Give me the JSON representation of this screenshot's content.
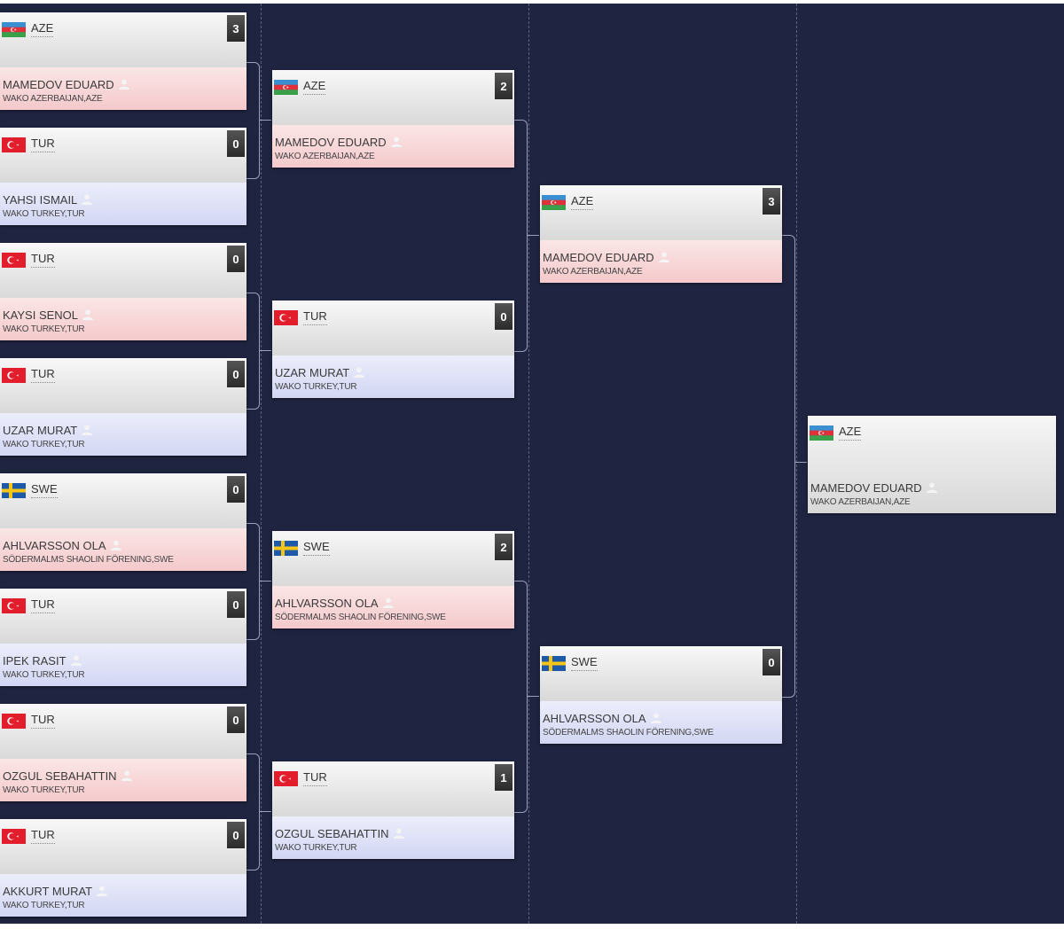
{
  "bracket": {
    "round1": [
      {
        "country": "AZE",
        "score": "3",
        "name": "MAMEDOV EDUARD",
        "club": "WAKO AZERBAIJAN,AZE"
      },
      {
        "country": "TUR",
        "score": "0",
        "name": "YAHSI ISMAIL",
        "club": "WAKO TURKEY,TUR"
      },
      {
        "country": "TUR",
        "score": "0",
        "name": "KAYSI SENOL",
        "club": "WAKO TURKEY,TUR"
      },
      {
        "country": "TUR",
        "score": "0",
        "name": "UZAR MURAT",
        "club": "WAKO TURKEY,TUR"
      },
      {
        "country": "SWE",
        "score": "0",
        "name": "AHLVARSSON OLA",
        "club": "SÖDERMALMS SHAOLIN FÖRENING,SWE"
      },
      {
        "country": "TUR",
        "score": "0",
        "name": "IPEK RASIT",
        "club": "WAKO TURKEY,TUR"
      },
      {
        "country": "TUR",
        "score": "0",
        "name": "OZGUL SEBAHATTIN",
        "club": "WAKO TURKEY,TUR"
      },
      {
        "country": "TUR",
        "score": "0",
        "name": "AKKURT MURAT",
        "club": "WAKO TURKEY,TUR"
      }
    ],
    "round2": [
      {
        "country": "AZE",
        "score": "2",
        "name": "MAMEDOV EDUARD",
        "club": "WAKO AZERBAIJAN,AZE"
      },
      {
        "country": "TUR",
        "score": "0",
        "name": "UZAR MURAT",
        "club": "WAKO TURKEY,TUR"
      },
      {
        "country": "SWE",
        "score": "2",
        "name": "AHLVARSSON OLA",
        "club": "SÖDERMALMS SHAOLIN FÖRENING,SWE"
      },
      {
        "country": "TUR",
        "score": "1",
        "name": "OZGUL SEBAHATTIN",
        "club": "WAKO TURKEY,TUR"
      }
    ],
    "round3": [
      {
        "country": "AZE",
        "score": "3",
        "name": "MAMEDOV EDUARD",
        "club": "WAKO AZERBAIJAN,AZE"
      },
      {
        "country": "SWE",
        "score": "0",
        "name": "AHLVARSSON OLA",
        "club": "SÖDERMALMS SHAOLIN FÖRENING,SWE"
      }
    ],
    "winner": {
      "country": "AZE",
      "name": "MAMEDOV EDUARD",
      "club": "WAKO AZERBAIJAN,AZE"
    }
  },
  "colors": {
    "background": "#1f2440",
    "red_corner": "#f4c9cb",
    "blue_corner": "#d2d6f3",
    "score_badge": "#333333"
  },
  "icons": {
    "person": "person-icon",
    "flags": [
      "flag-aze-icon",
      "flag-tur-icon",
      "flag-swe-icon"
    ]
  }
}
